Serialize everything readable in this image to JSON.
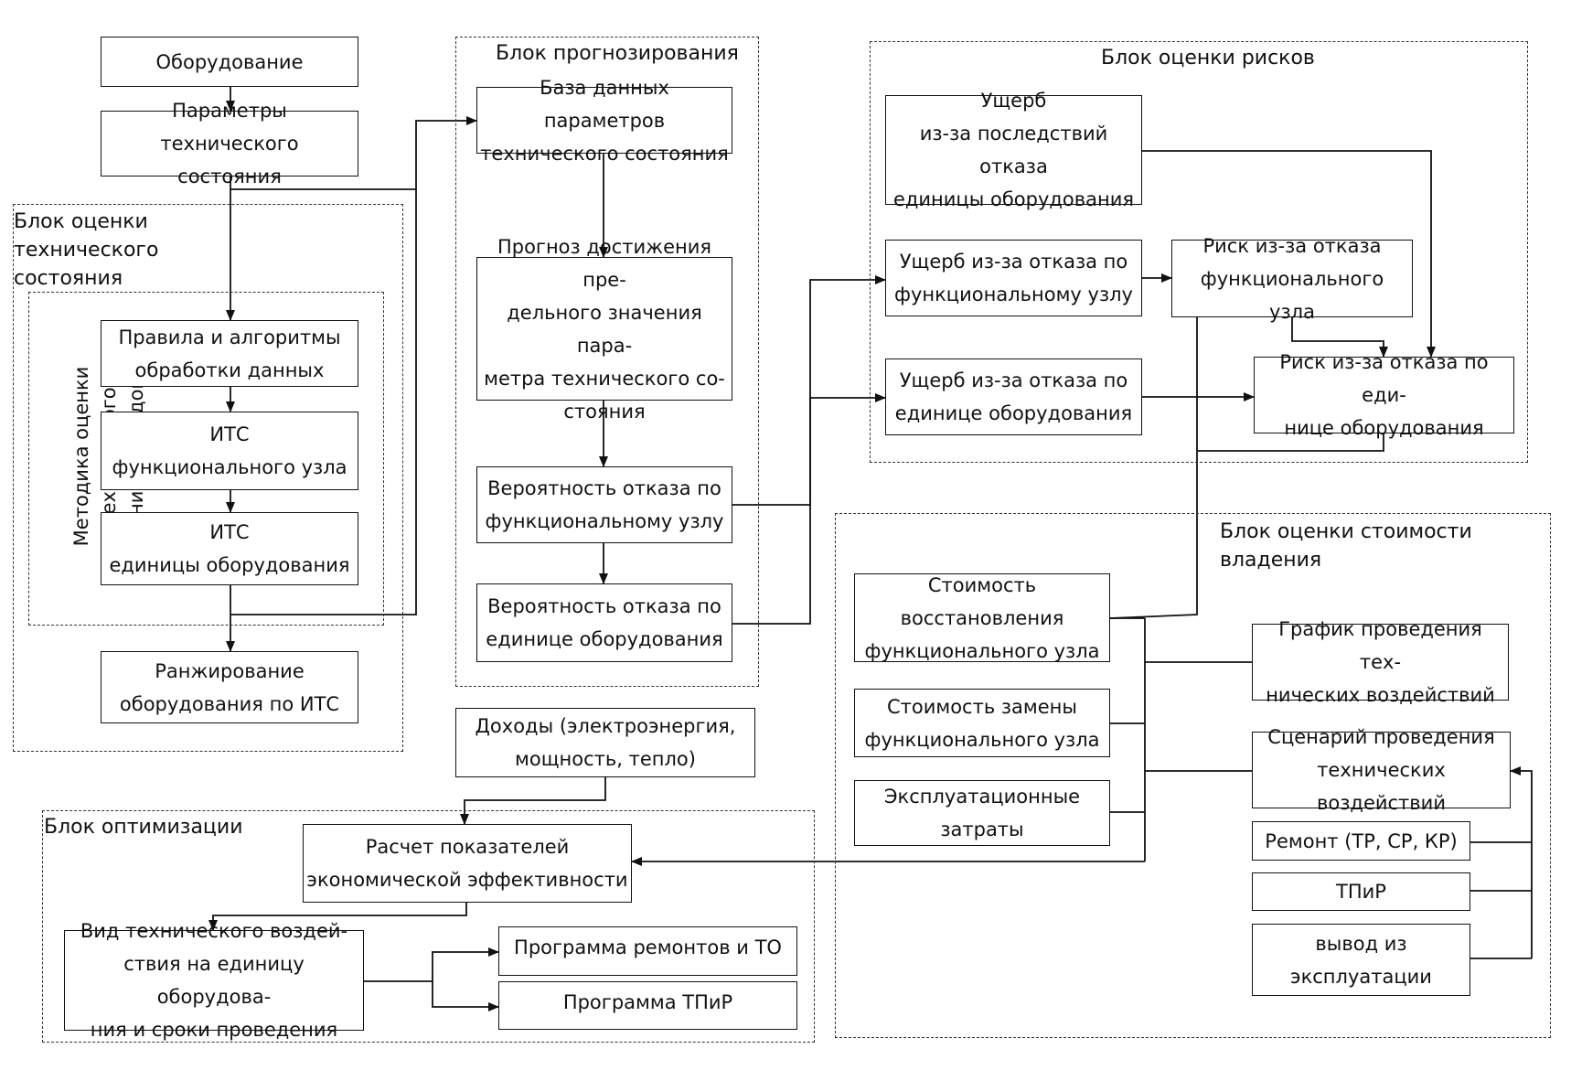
{
  "groups": {
    "tech_state": "Блок оценки\nтехнического\nсостояния",
    "methodology": "Методика оценки технического\nсостояния оборудования",
    "forecast": "Блок прогнозирования",
    "risk": "Блок оценки рисков",
    "cost": "Блок оценки стоимости владения",
    "optimization": "Блок оптимизации"
  },
  "boxes": {
    "equipment": "Оборудование",
    "params": "Параметры технического\nсостояния",
    "rules": "Правила и алгоритмы\nобработки данных",
    "its_node": "ИТС\nфункционального узла",
    "its_unit": "ИТС\nединицы оборудования",
    "ranking": "Ранжирование\nоборудования по ИТС",
    "db": "База данных параметров\nтехнического состояния",
    "prognosis": "Прогноз достижения пре-\nдельного значения пара-\nметра технического со-\nстояния",
    "prob_node": "Вероятность отказа по\nфункциональному узлу",
    "prob_unit": "Вероятность отказа по\nединице оборудования",
    "damage_consequences": "Ущерб\nиз-за последствий отказа\nединицы оборудования",
    "damage_node": "Ущерб из-за отказа по\nфункциональному узлу",
    "damage_unit": "Ущерб из-за отказа по\nединице оборудования",
    "risk_node": "Риск из-за отказа\nфункционального узла",
    "risk_unit": "Риск из-за отказа по еди-\nнице оборудования",
    "income": "Доходы (электроэнергия,\nмощность, тепло)",
    "restore_cost": "Стоимость\nвосстановления\nфункционального узла",
    "replace_cost": "Стоимость замены\nфункционального узла",
    "opex": "Эксплуатационные\nзатраты",
    "schedule": "График проведения тех-\nнических воздействий",
    "scenario": "Сценарий проведения\nтехнических воздействий",
    "repair": "Ремонт (ТР, СР, КР)",
    "tpir": "ТПиР",
    "decommission": "вывод из\nэксплуатации",
    "econ_calc": "Расчет показателей\nэкономической эффективности",
    "impact_type": "Вид технического воздей-\nствия на единицу оборудова-\nния и сроки проведения",
    "program_repairs": "Программа ремонтов и ТО",
    "program_tpir": "Программа ТПиР"
  }
}
